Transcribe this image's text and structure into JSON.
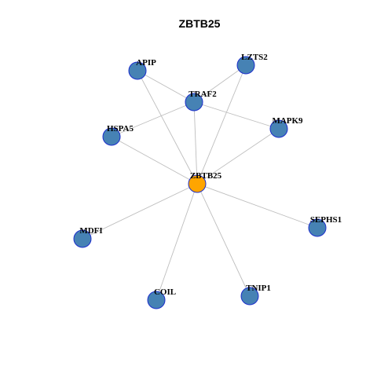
{
  "title": "ZBTB25",
  "colors": {
    "hub_fill": "#FFA500",
    "node_fill": "#4682B4",
    "node_stroke": "#1C2ECC",
    "edge": "#BEBEBE",
    "text": "#000000",
    "background": "#FFFFFF"
  },
  "nodes": [
    {
      "id": "ZBTB25",
      "label": "ZBTB25",
      "hub": true
    },
    {
      "id": "TRAF2",
      "label": "TRAF2",
      "hub": false
    },
    {
      "id": "APIP",
      "label": "APIP",
      "hub": false
    },
    {
      "id": "LZTS2",
      "label": "LZTS2",
      "hub": false
    },
    {
      "id": "MAPK9",
      "label": "MAPK9",
      "hub": false
    },
    {
      "id": "HSPA5",
      "label": "HSPA5",
      "hub": false
    },
    {
      "id": "MDFI",
      "label": "MDFI",
      "hub": false
    },
    {
      "id": "SEPHS1",
      "label": "SEPHS1",
      "hub": false
    },
    {
      "id": "COIL",
      "label": "COIL",
      "hub": false
    },
    {
      "id": "TNIP1",
      "label": "TNIP1",
      "hub": false
    }
  ],
  "edges": [
    [
      "ZBTB25",
      "TRAF2"
    ],
    [
      "ZBTB25",
      "APIP"
    ],
    [
      "ZBTB25",
      "LZTS2"
    ],
    [
      "ZBTB25",
      "MAPK9"
    ],
    [
      "ZBTB25",
      "HSPA5"
    ],
    [
      "ZBTB25",
      "MDFI"
    ],
    [
      "ZBTB25",
      "SEPHS1"
    ],
    [
      "ZBTB25",
      "COIL"
    ],
    [
      "ZBTB25",
      "TNIP1"
    ],
    [
      "TRAF2",
      "APIP"
    ],
    [
      "TRAF2",
      "LZTS2"
    ],
    [
      "TRAF2",
      "MAPK9"
    ],
    [
      "TRAF2",
      "HSPA5"
    ]
  ]
}
